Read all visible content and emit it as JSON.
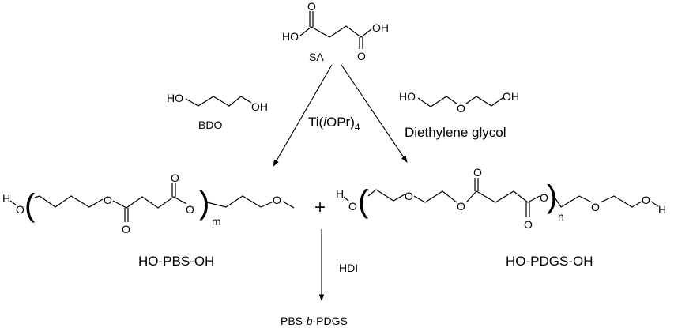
{
  "atoms": {
    "O": "O",
    "H": "H",
    "HO": "HO",
    "OH": "OH",
    "m": "m",
    "n": "n"
  },
  "reactants": {
    "sa_label": "SA",
    "bdo_label": "BDO",
    "deg_label": "Diethylene glycol"
  },
  "catalyst": {
    "prefix": "Ti(",
    "italic": "i",
    "suffix": "OPr)",
    "subscript": "4"
  },
  "plus": "+",
  "products": {
    "pbs_label": "HO-PBS-OH",
    "pdgs_label": "HO-PDGS-OH"
  },
  "reagent": "HDI",
  "final": {
    "pre": "PBS-",
    "italic": "b",
    "post": "-PDGS"
  }
}
